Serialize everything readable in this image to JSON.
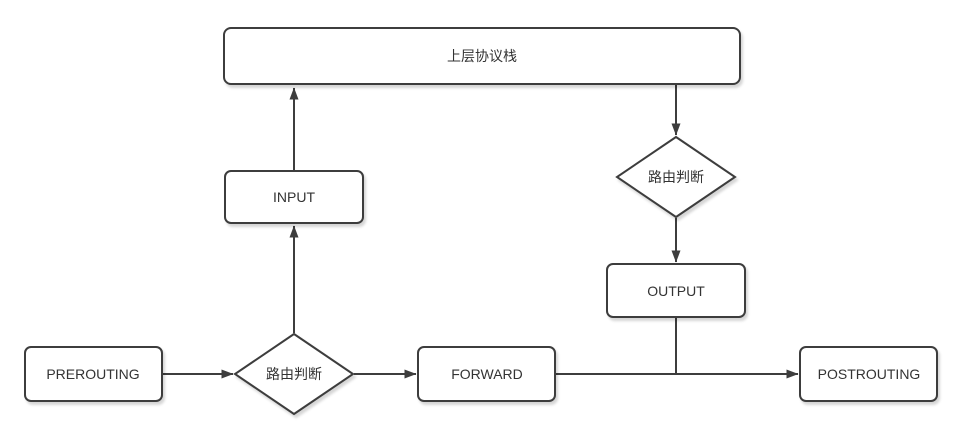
{
  "colors": {
    "background": "#ffffff",
    "stroke_color": "#3d3d3d",
    "text_color": "#333333"
  },
  "nodes": {
    "protocol_stack": {
      "label": "上层协议栈",
      "shape": "rectangle"
    },
    "input": {
      "label": "INPUT",
      "shape": "rectangle"
    },
    "routing_decision_upper": {
      "label": "路由判断",
      "shape": "diamond"
    },
    "output": {
      "label": "OUTPUT",
      "shape": "rectangle"
    },
    "prerouting": {
      "label": "PREROUTING",
      "shape": "rectangle"
    },
    "routing_decision_lower": {
      "label": "路由判断",
      "shape": "diamond"
    },
    "forward": {
      "label": "FORWARD",
      "shape": "rectangle"
    },
    "postrouting": {
      "label": "POSTROUTING",
      "shape": "rectangle"
    }
  },
  "edges": [
    {
      "from": "prerouting",
      "to": "routing_decision_lower",
      "arrow": true
    },
    {
      "from": "routing_decision_lower",
      "to": "forward",
      "arrow": true
    },
    {
      "from": "routing_decision_lower",
      "to": "input",
      "arrow": true
    },
    {
      "from": "input",
      "to": "protocol_stack",
      "arrow": true
    },
    {
      "from": "protocol_stack",
      "to": "routing_decision_upper",
      "arrow": true
    },
    {
      "from": "routing_decision_upper",
      "to": "output",
      "arrow": true
    },
    {
      "from": "output",
      "to": "forward_postrouting_line",
      "arrow": false
    },
    {
      "from": "forward",
      "to": "postrouting",
      "arrow": true
    }
  ]
}
